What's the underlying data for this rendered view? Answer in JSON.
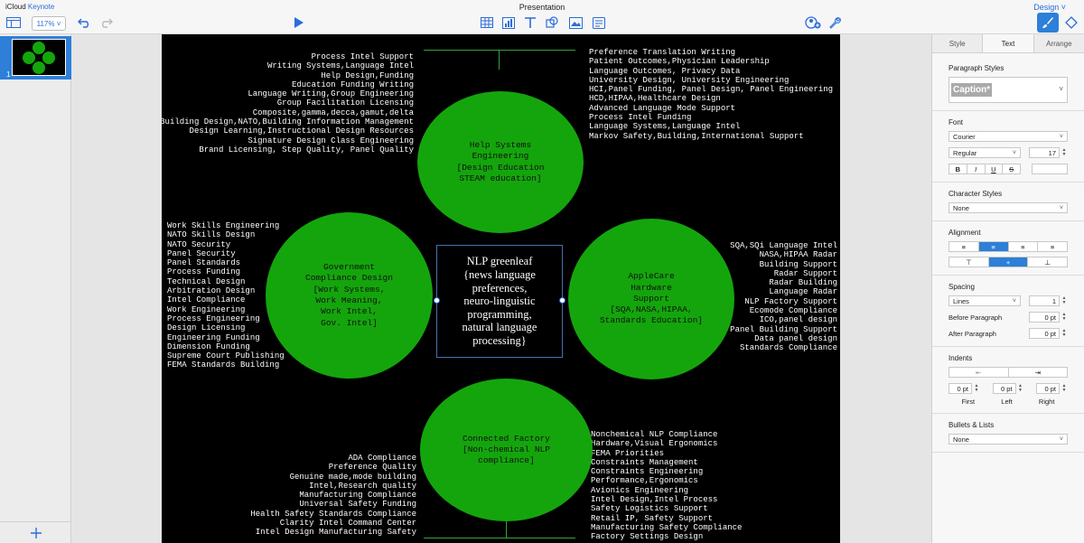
{
  "toolbar": {
    "brand_prefix": "iCloud",
    "brand_app": "Keynote",
    "title": "Presentation",
    "zoom": "117%",
    "design_menu": "Design"
  },
  "navigator": {
    "slide_number": "1",
    "add_icon": "plus-icon"
  },
  "slide": {
    "top_left_text": "Process Intel Support\nWriting Systems,Language Intel\nHelp Design,Funding\nEducation Funding Writing\nLanguage Writing,Group Engineering\nGroup Facilitation Licensing\nComposite,gamma,decca,gamut,delta\nBuilding Design,NATO,Building Information Management\nDesign Learning,Instructional Design Resources\nSignature Design Class Engineering\nBrand Licensing, Step Quality, Panel Quality",
    "top_right_text": "Preference Translation Writing\nPatient Outcomes,Physician Leadership\nLanguage Outcomes, Privacy Data\nUniversity Design, University Engineering\nHCI,Panel Funding, Panel Design, Panel Engineering\nHCD,HIPAA,Healthcare Design\nAdvanced Language Mode Support\nProcess Intel Funding\nLanguage Systems,Language Intel\nMarkov Safety,Building,International Support",
    "mid_left_text": "Work Skills Engineering\nNATO Skills Design\nNATO Security\nPanel Security\nPanel Standards\nProcess Funding\nTechnical Design\nArbitration Design\nIntel Compliance\nWork Engineering\nProcess Engineering\nDesign Licensing\nEngineering Funding\nDimension Funding\nSupreme Court Publishing\nFEMA Standards Building",
    "mid_right_text": "SQA,SQi Language Intel\nNASA,HIPAA Radar\nBuilding Support\nRadar Support\nRadar Building\nLanguage Radar\nNLP Factory Support\nEcomode Compliance\nICO,panel design\nPanel Building Support\nData panel design\nStandards Compliance",
    "bottom_left_text": "ADA Compliance\nPreference Quality\nGenuine made,mode building\nIntel,Research quality\nManufacturing Compliance\nUniversal Safety Funding\nHealth Safety Standards Compliance\nClarity Intel Command Center\nIntel Design Manufacturing Safety",
    "bottom_right_text": "Nonchemical NLP Compliance\nHardware,Visual Ergonomics\nFEMA Priorities\nConstraints Management\nConstraints Engineering\nPerformance,Ergonomics\nAvionics Engineering\nIntel Design,Intel Process\nSafety Logistics Support\nRetail IP, Safety Support\nManufacturing Safety Compliance\nFactory Settings Design",
    "circle_top": "Help Systems\nEngineering\n[Design Education\nSTEAM education]",
    "circle_left": "Government\nCompliance Design\n[Work Systems,\nWork Meaning,\nWork Intel,\nGov. Intel]",
    "circle_right": "AppleCare\nHardware\nSupport\n[SQA,NASA,HIPAA,\nStandards Education]",
    "circle_bottom": "Connected Factory\n[Non-chemical NLP\ncompliance]",
    "center_text": "NLP greenleaf\n{news language\npreferences,\nneuro-linguistic\nprogramming,\nnatural language\nprocessing}",
    "circle_color": "#14a50c",
    "background_color": "#000000"
  },
  "inspector": {
    "tabs": [
      "Style",
      "Text",
      "Arrange"
    ],
    "paragraph_styles_title": "Paragraph Styles",
    "paragraph_style": "Caption*",
    "font_title": "Font",
    "font_name": "Courier",
    "font_weight": "Regular",
    "font_size": "17",
    "format_buttons": [
      "B",
      "I",
      "U",
      "S"
    ],
    "character_styles_title": "Character Styles",
    "character_style": "None",
    "alignment_title": "Alignment",
    "spacing_title": "Spacing",
    "spacing_mode": "Lines",
    "spacing_value": "1",
    "before_paragraph_label": "Before Paragraph",
    "before_paragraph_value": "0 pt",
    "after_paragraph_label": "After Paragraph",
    "after_paragraph_value": "0 pt",
    "indents_title": "Indents",
    "indent_first_value": "0 pt",
    "indent_left_value": "0 pt",
    "indent_right_value": "0 pt",
    "indent_first_label": "First",
    "indent_left_label": "Left",
    "indent_right_label": "Right",
    "bullets_title": "Bullets & Lists",
    "bullets_value": "None",
    "accent_color": "#2d7fd8"
  }
}
